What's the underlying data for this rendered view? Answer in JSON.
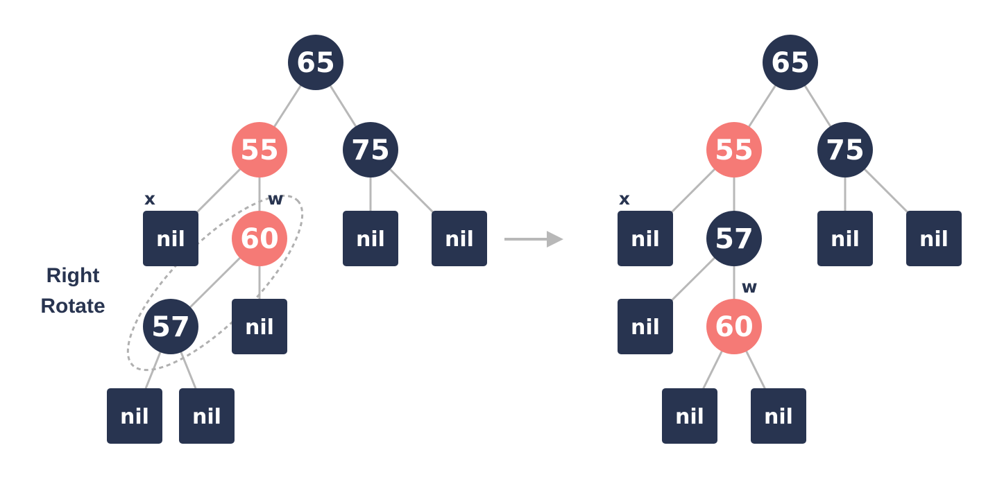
{
  "left_tree": {
    "nodes": {
      "root": "65",
      "left": "55",
      "right": "75",
      "w_node": "60",
      "rotated": "57"
    },
    "nil": "nil",
    "marker_x": "x",
    "marker_w": "w"
  },
  "operation": {
    "line1": "Right",
    "line2": "Rotate"
  },
  "right_tree": {
    "nodes": {
      "root": "65",
      "left": "55",
      "right": "75",
      "mid": "57",
      "w_node": "60"
    },
    "nil": "nil",
    "marker_x": "x",
    "marker_w": "w"
  },
  "colors": {
    "black_node": "#283450",
    "red_node": "#f57a76",
    "edge": "#b8b8b8"
  }
}
